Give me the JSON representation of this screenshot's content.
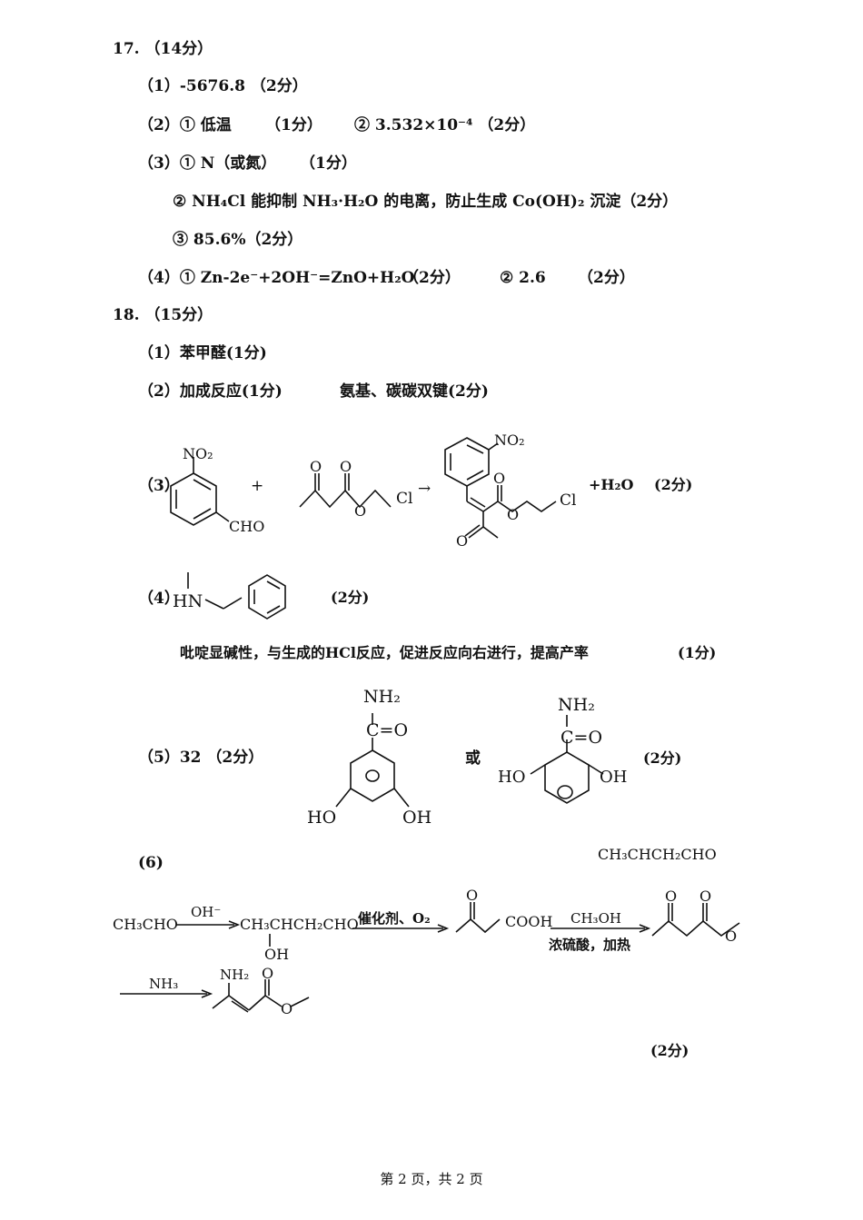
{
  "q17": {
    "heading": "17. （14分）",
    "p1": "（1）-5676.8 （2分）",
    "p2a": "（2）① 低温",
    "p2b": "（1分）",
    "p2c": "② 3.532×10⁻⁴ （2分）",
    "p3a": "（3）① N（或氮）",
    "p3b": "（1分）",
    "p3c": "② NH₄Cl 能抑制 NH₃·H₂O 的电离，防止生成 Co(OH)₂ 沉淀（2分）",
    "p3d": "③ 85.6%（2分）",
    "p4a": "（4）① Zn-2e⁻+2OH⁻=ZnO+H₂O",
    "p4b": "（2分）",
    "p4c": "② 2.6",
    "p4d": "（2分）"
  },
  "q18": {
    "heading": "18. （15分）",
    "p1": "（1）苯甲醛(1分)",
    "p2a": "（2）加成反应(1分)",
    "p2b": "氨基、碳碳双键(2分)",
    "p3": {
      "label": "（3）",
      "plus": "+",
      "no2": "NO₂",
      "cho": "CHO",
      "o": "O",
      "cl": "Cl",
      "arrow": "→",
      "water": "+H₂O",
      "score": "(2分)"
    },
    "p4": {
      "label": "（4）",
      "hn": "HN",
      "score": "(2分)",
      "note": "吡啶显碱性，与生成的HCl反应，促进反应向右进行，提高产率",
      "note_score": "(1分)"
    },
    "p5": {
      "label": "（5）32 （2分）",
      "nh2": "NH₂",
      "co": "C=O",
      "ho": "HO",
      "oh": "OH",
      "or": "或",
      "score": "(2分)"
    },
    "p6": {
      "label": "(6)",
      "side": "CH₃CHCH₂CHO",
      "start": "CH₃CHO",
      "r1": "OH⁻",
      "aldol": "CH₃CHCH₂CHO",
      "aldol_oh": "OH",
      "r2": "催化剂、O₂",
      "acid_o": "O",
      "cooh": "COOH",
      "r3_top": "CH₃OH",
      "r3_bottom": "浓硫酸，加热",
      "ester_o": "O",
      "r4": "NH₃",
      "nh2": "NH₂",
      "o": "O",
      "score": "(2分)"
    }
  },
  "footer": "第 2 页，共 2 页"
}
